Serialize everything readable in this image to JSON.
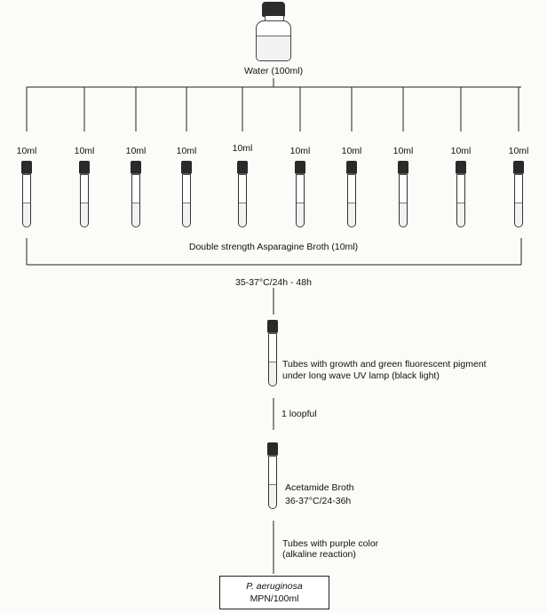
{
  "water_label": "Water (100ml)",
  "tube_volumes": [
    "10ml",
    "10ml",
    "10ml",
    "10ml",
    "10ml",
    "10ml",
    "10ml",
    "10ml",
    "10ml",
    "10ml"
  ],
  "broth_label": "Double strength Asparagine Broth (10ml)",
  "incubation1": "35-37°C/24h - 48h",
  "step_growth_line1": "Tubes with growth and green fluorescent pigment",
  "step_growth_line2": "under long wave UV lamp (black light)",
  "transfer": "1 loopful",
  "acetamide_line1": "Acetamide Broth",
  "acetamide_line2": "36-37°C/24-36h",
  "purple_line1": "Tubes with purple color",
  "purple_line2": "(alkaline reaction)",
  "result_organism": "P. aeruginosa",
  "result_unit": "MPN/100ml"
}
